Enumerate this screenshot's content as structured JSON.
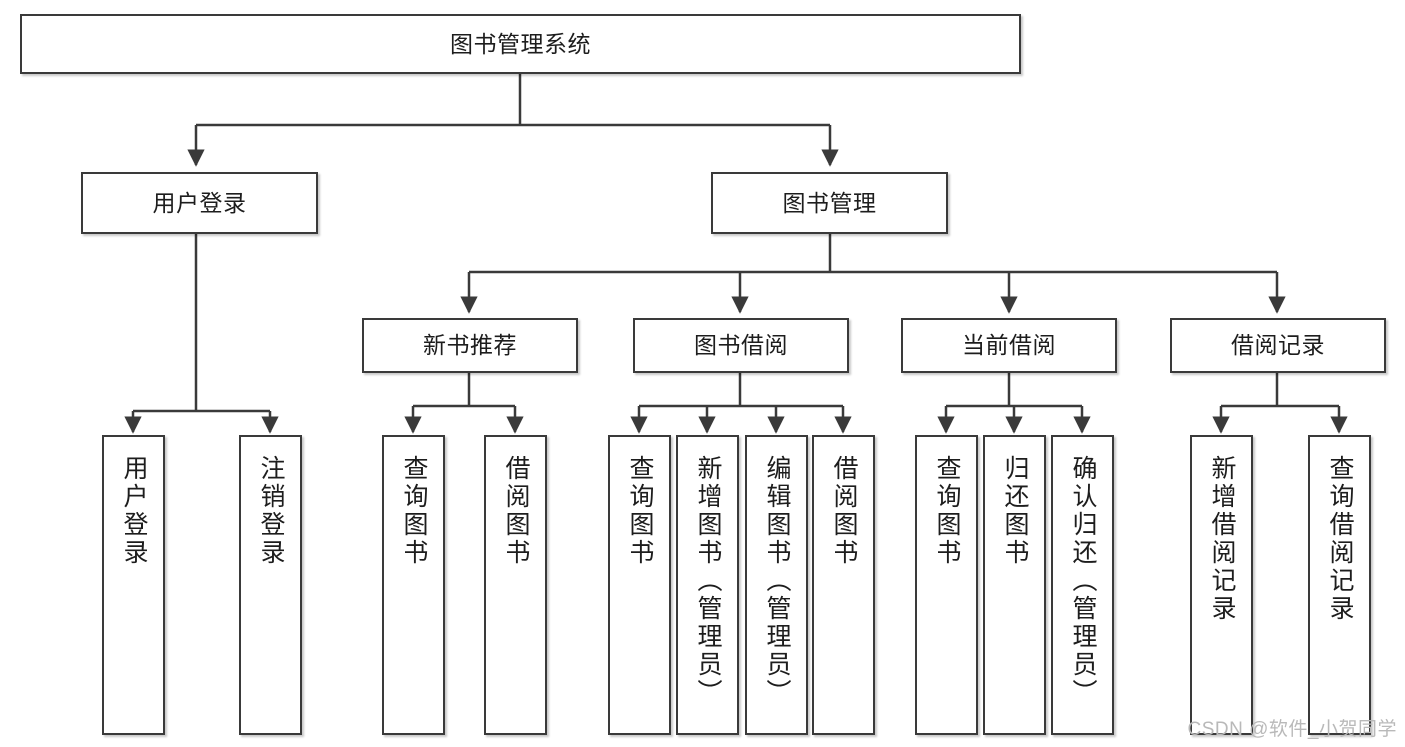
{
  "diagram": {
    "title": "图书管理系统",
    "type": "tree-hierarchy-diagram",
    "root": {
      "id": "root",
      "label": "图书管理系统"
    },
    "level2": [
      {
        "id": "user-login",
        "label": "用户登录"
      },
      {
        "id": "book-management",
        "label": "图书管理"
      }
    ],
    "level3": [
      {
        "id": "new-book-recommend",
        "label": "新书推荐",
        "parent": "book-management"
      },
      {
        "id": "book-borrow",
        "label": "图书借阅",
        "parent": "book-management"
      },
      {
        "id": "current-borrow",
        "label": "当前借阅",
        "parent": "book-management"
      },
      {
        "id": "borrow-record",
        "label": "借阅记录",
        "parent": "book-management"
      }
    ],
    "leaves": [
      {
        "id": "leaf-user-login",
        "label": "用户登录",
        "parent": "user-login"
      },
      {
        "id": "leaf-user-logout",
        "label": "注销登录",
        "parent": "user-login"
      },
      {
        "id": "leaf-query-book-1",
        "label": "查询图书",
        "parent": "new-book-recommend"
      },
      {
        "id": "leaf-borrow-book-1",
        "label": "借阅图书",
        "parent": "new-book-recommend"
      },
      {
        "id": "leaf-query-book-2",
        "label": "查询图书",
        "parent": "book-borrow"
      },
      {
        "id": "leaf-add-book",
        "label": "新增图书（管理员）",
        "parent": "book-borrow"
      },
      {
        "id": "leaf-edit-book",
        "label": "编辑图书（管理员）",
        "parent": "book-borrow"
      },
      {
        "id": "leaf-borrow-book-2",
        "label": "借阅图书",
        "parent": "book-borrow"
      },
      {
        "id": "leaf-query-book-3",
        "label": "查询图书",
        "parent": "current-borrow"
      },
      {
        "id": "leaf-return-book",
        "label": "归还图书",
        "parent": "current-borrow"
      },
      {
        "id": "leaf-confirm-return",
        "label": "确认归还（管理员）",
        "parent": "current-borrow"
      },
      {
        "id": "leaf-add-record",
        "label": "新增借阅记录",
        "parent": "borrow-record"
      },
      {
        "id": "leaf-query-record",
        "label": "查询借阅记录",
        "parent": "borrow-record"
      }
    ]
  },
  "watermark": {
    "text": "CSDN @软件_小贺同学"
  },
  "colors": {
    "stroke": "#3a3a3a",
    "text": "#1d1d1d",
    "background": "#ffffff",
    "watermark": "#b9b9b9"
  }
}
